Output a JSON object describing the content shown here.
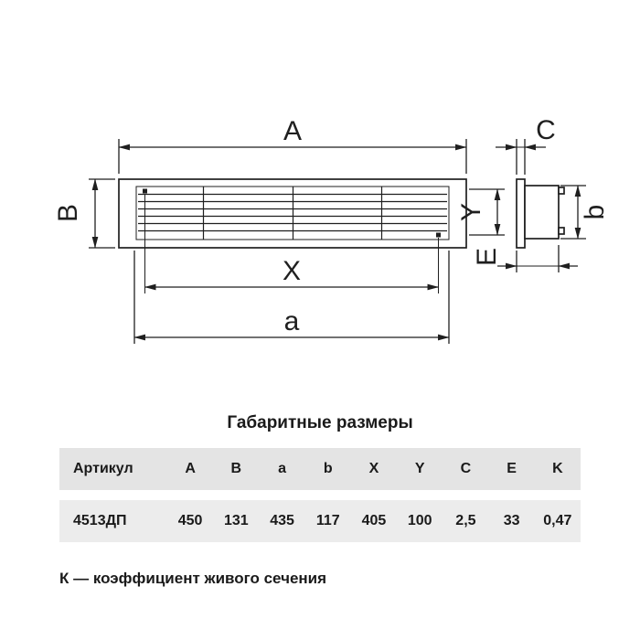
{
  "diagram": {
    "labels": {
      "A": "A",
      "B": "B",
      "C": "C",
      "X": "X",
      "Y": "Y",
      "a": "a",
      "b": "b",
      "E": "E"
    }
  },
  "table": {
    "title": "Габаритные размеры",
    "headers": [
      "Артикул",
      "A",
      "B",
      "a",
      "b",
      "X",
      "Y",
      "C",
      "E",
      "K"
    ],
    "row": [
      "4513ДП",
      "450",
      "131",
      "435",
      "117",
      "405",
      "100",
      "2,5",
      "33",
      "0,47"
    ]
  },
  "note": "К — коэффициент живого сечения",
  "colors": {
    "line": "#1f1f1f",
    "text": "#1a1a1a",
    "table_header_bg": "#e4e4e4",
    "table_row_bg": "#ececec",
    "page_bg": "#ffffff"
  }
}
